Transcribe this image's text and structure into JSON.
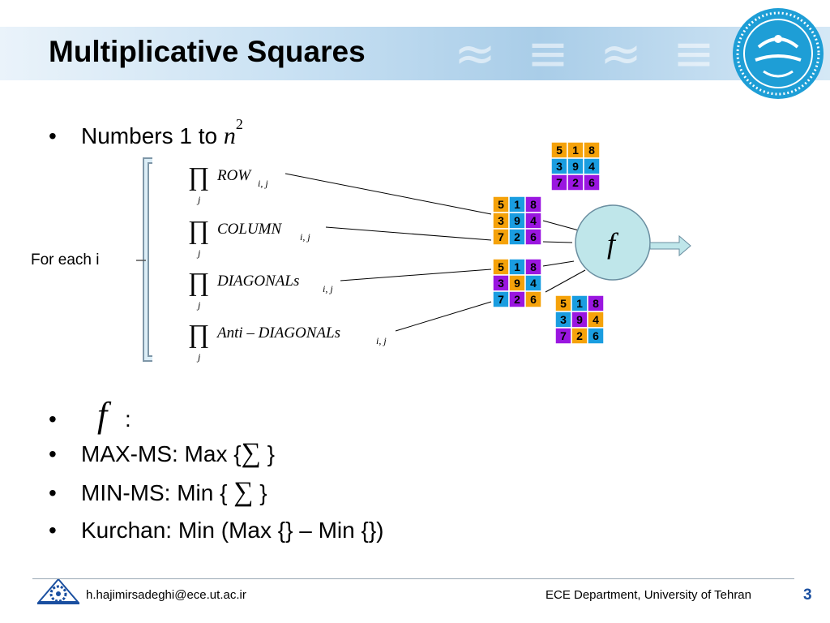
{
  "slide": {
    "title": "Multiplicative Squares",
    "page_number": "3"
  },
  "bullets": {
    "b1_text": "Numbers 1 to",
    "b1_math_base": "n",
    "b1_math_exp": "2",
    "b2_math": "f",
    "b2_colon": ":",
    "b3_prefix": "MAX-MS: Max {",
    "b3_suffix": "}",
    "b4_prefix": "MIN-MS: Min {",
    "b4_suffix": "}",
    "b5_text": "Kurchan: Min (Max {} – Min {})",
    "sum_symbol": "∑"
  },
  "diagram": {
    "for_each_label": "For each i",
    "product_symbol": "∏",
    "product_index": "j",
    "rows": [
      {
        "term": "ROW",
        "subscript": "i, j"
      },
      {
        "term": "COLUMN",
        "subscript": "i, j"
      },
      {
        "term": "DIAGONALs",
        "subscript": "i, j"
      },
      {
        "term": "Anti – DIAGONALs",
        "subscript": "i, j"
      }
    ],
    "function_label": "f",
    "grid_values": [
      "5",
      "1",
      "8",
      "3",
      "9",
      "4",
      "7",
      "2",
      "6"
    ],
    "grids": [
      {
        "colors": [
          "#f5a20a",
          "#f5a20a",
          "#f5a20a",
          "#1a9de0",
          "#1a9de0",
          "#1a9de0",
          "#9a16e0",
          "#9a16e0",
          "#9a16e0"
        ]
      },
      {
        "colors": [
          "#f5a20a",
          "#1a9de0",
          "#9a16e0",
          "#f5a20a",
          "#1a9de0",
          "#9a16e0",
          "#f5a20a",
          "#1a9de0",
          "#9a16e0"
        ]
      },
      {
        "colors": [
          "#f5a20a",
          "#1a9de0",
          "#9a16e0",
          "#9a16e0",
          "#f5a20a",
          "#1a9de0",
          "#1a9de0",
          "#9a16e0",
          "#f5a20a"
        ]
      },
      {
        "colors": [
          "#f5a20a",
          "#1a9de0",
          "#9a16e0",
          "#1a9de0",
          "#9a16e0",
          "#f5a20a",
          "#9a16e0",
          "#f5a20a",
          "#1a9de0"
        ]
      }
    ]
  },
  "footer": {
    "email": "h.hajimirsadeghi@ece.ut.ac.ir",
    "department": "ECE Department, University of Tehran"
  }
}
